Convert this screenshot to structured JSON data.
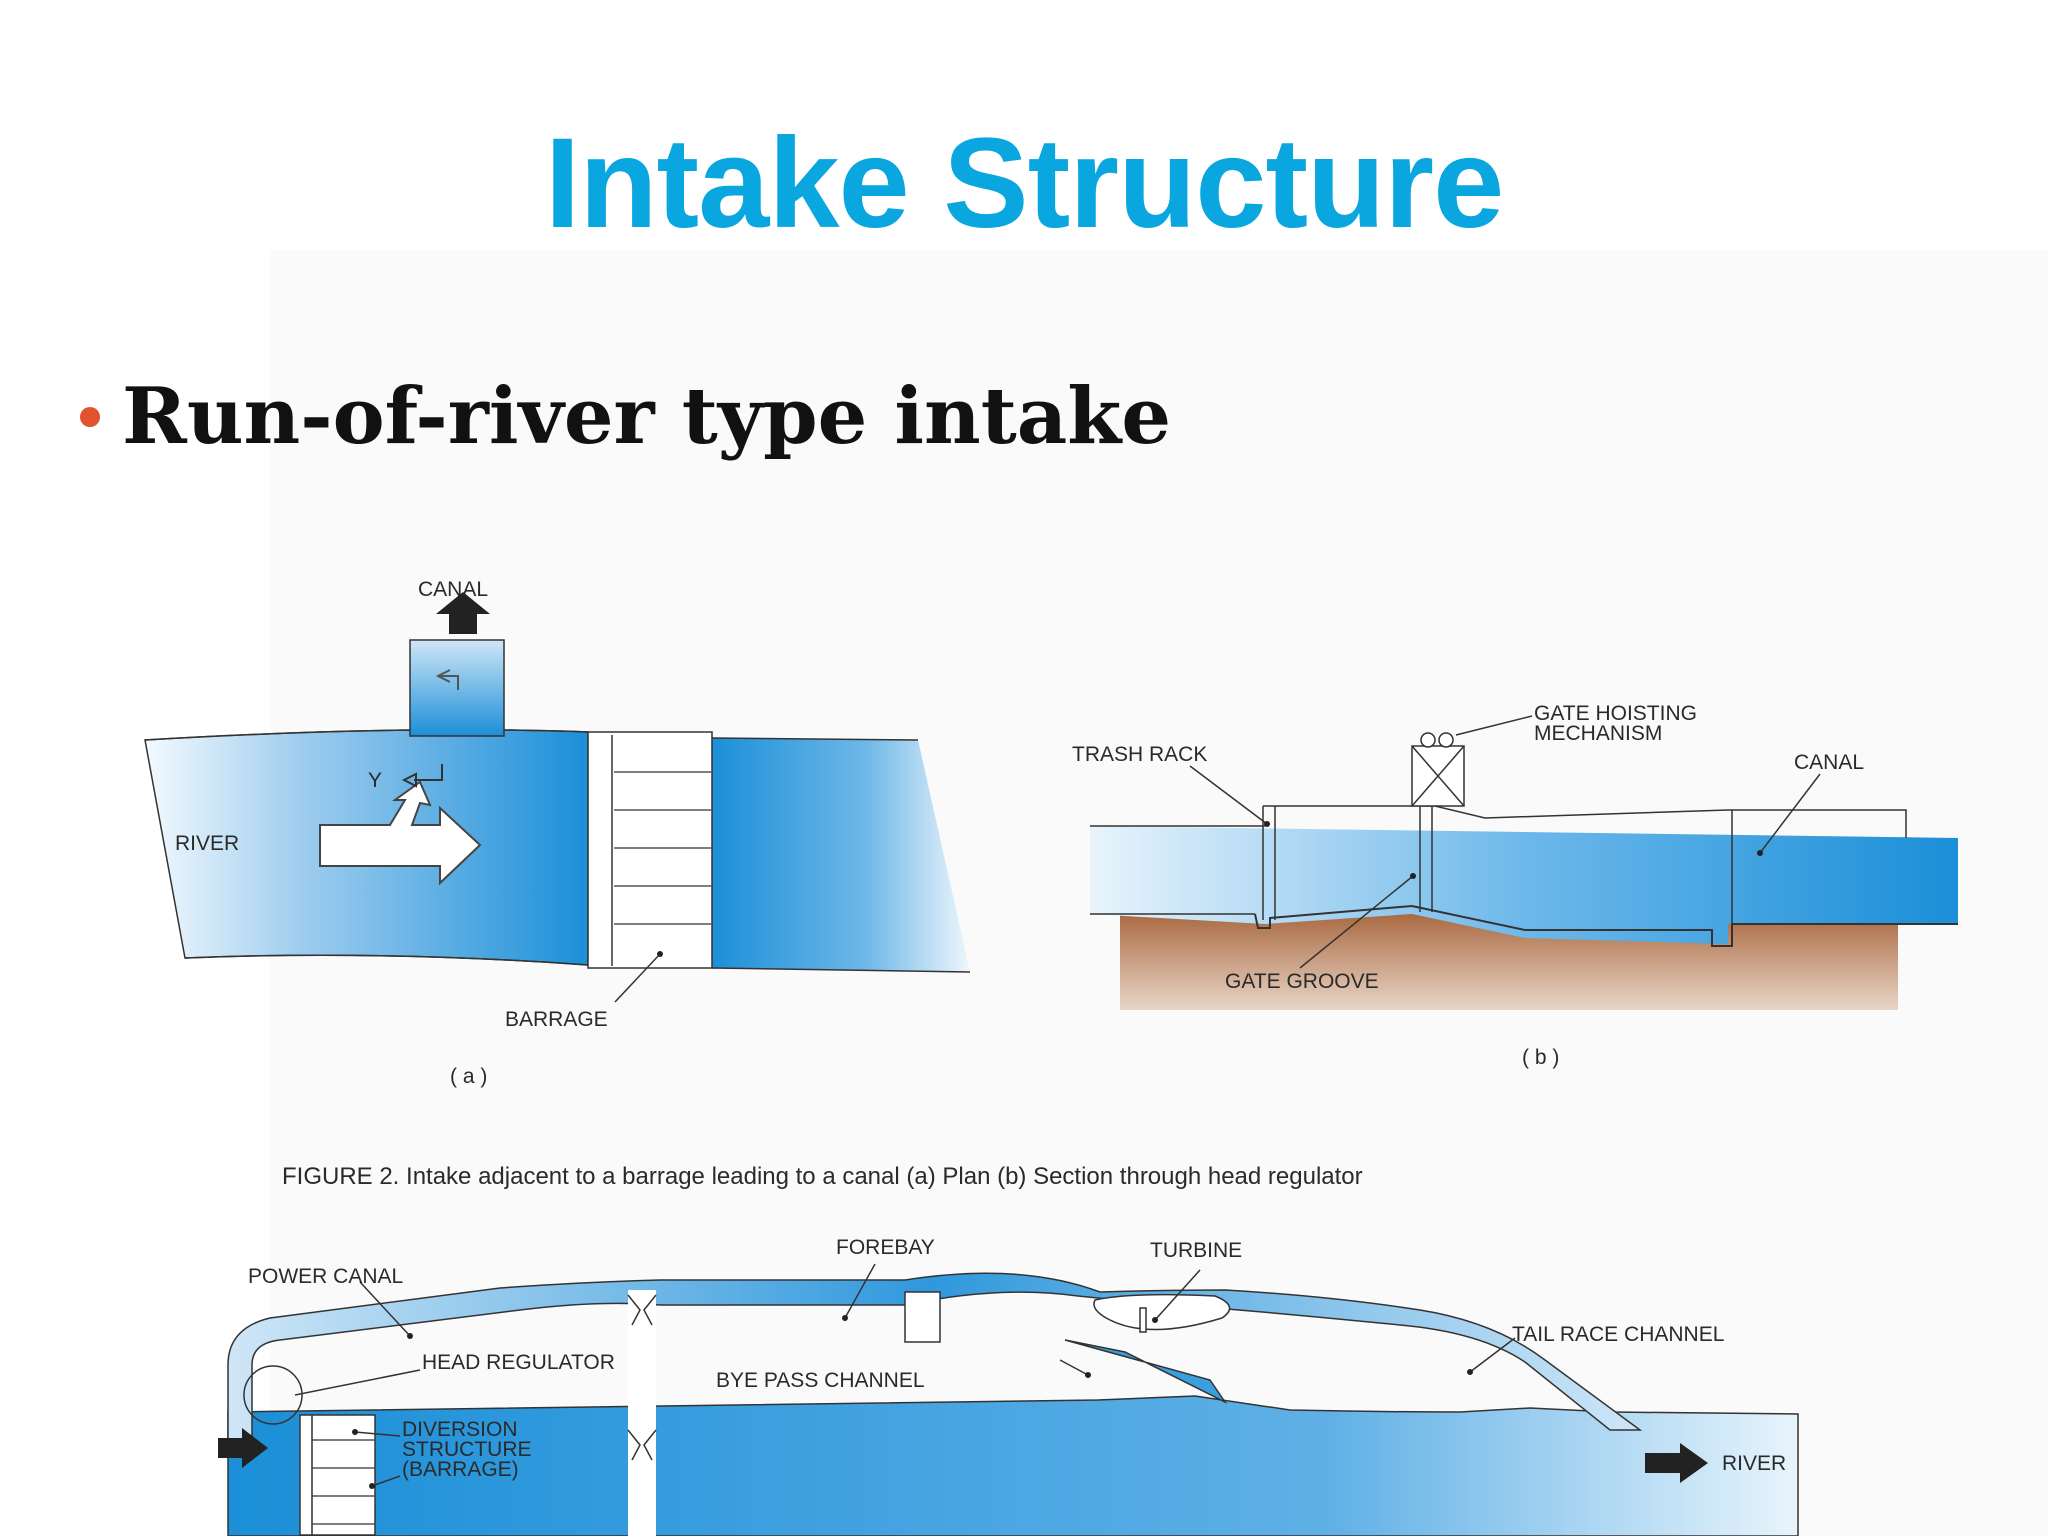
{
  "slide": {
    "title": "Intake Structure",
    "bullet": "Run-of-river type intake"
  },
  "figure_a": {
    "canal": "CANAL",
    "river": "RIVER",
    "y_label": "Y",
    "barrage": "BARRAGE",
    "sub_label": "( a )"
  },
  "figure_b": {
    "trash_rack": "TRASH RACK",
    "gate_hoisting_1": "GATE HOISTING",
    "gate_hoisting_2": "MECHANISM",
    "canal": "CANAL",
    "gate_groove": "GATE GROOVE",
    "sub_label": "( b )"
  },
  "caption": {
    "text": "FIGURE 2.  Intake adjacent to a barrage leading to a canal (a) Plan (b) Section through head regulator"
  },
  "figure_c": {
    "power_canal": "POWER CANAL",
    "forebay": "FOREBAY",
    "turbine": "TURBINE",
    "tail_race": "TAIL RACE CHANNEL",
    "head_regulator": "HEAD REGULATOR",
    "bye_pass": "BYE PASS CHANNEL",
    "diversion_1": "DIVERSION",
    "diversion_2": "STRUCTURE",
    "diversion_3": "(BARRAGE)",
    "river": "RIVER"
  },
  "colors": {
    "title": "#0aa6e0",
    "bullet": "#e0532d",
    "water_dark": "#1b8fd8",
    "water_light": "#e6f3fc",
    "soil": "#b0714a"
  }
}
